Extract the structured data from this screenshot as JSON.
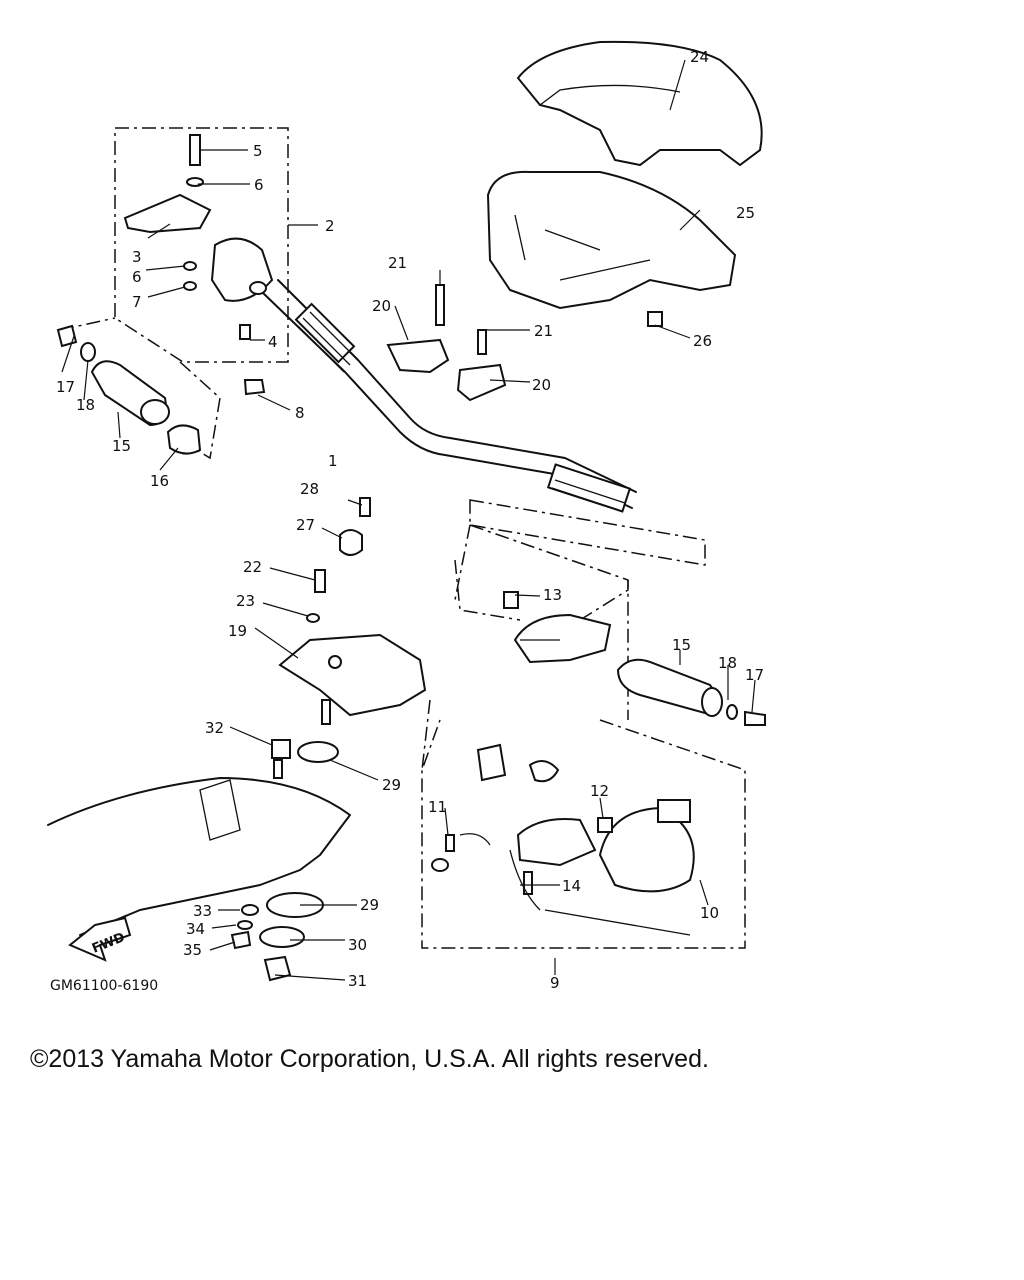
{
  "diagram": {
    "drawing_code": "GM61100-6190",
    "direction_arrow": "FWD",
    "callouts": [
      "1",
      "2",
      "3",
      "4",
      "5",
      "6",
      "6",
      "7",
      "8",
      "9",
      "10",
      "11",
      "12",
      "13",
      "14",
      "15",
      "15",
      "16",
      "17",
      "17",
      "18",
      "18",
      "19",
      "20",
      "20",
      "21",
      "21",
      "22",
      "23",
      "24",
      "25",
      "26",
      "27",
      "28",
      "29",
      "29",
      "30",
      "31",
      "32",
      "33",
      "34",
      "35"
    ]
  },
  "footer": {
    "copyright": "©2013 Yamaha Motor Corporation, U.S.A. All rights reserved."
  }
}
